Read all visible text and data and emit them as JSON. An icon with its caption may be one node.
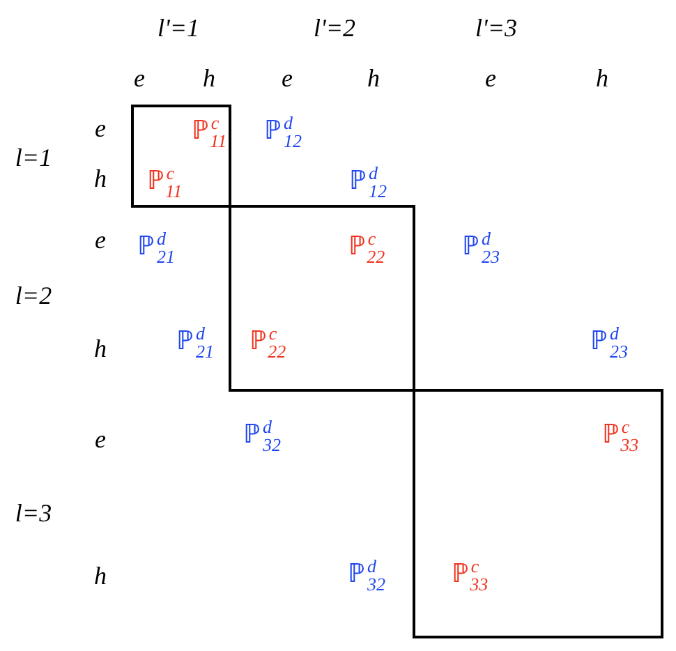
{
  "diagram": {
    "nodes": [
      {
        "text": [
          "ℙ$^{c}$$_{11}$",
          "ℙ$^{c}$$_{11}$"
        ]
      },
      {
        "text": [
          "ℙ$^{c}$$_{22}$",
          "ℙ$^{c}$$_{22}$"
        ]
      },
      {
        "text": [
          "ℙ$^{c}$$_{33}$",
          "ℙ$^{c}$$_{33}$"
        ]
      }
    ],
    "labels": [
      "l'=1",
      "l'=2",
      "l'=3",
      "e",
      "h",
      "e",
      "h",
      "e",
      "h",
      "e",
      "ℙ$^{d}$$_{12}$",
      "l=1",
      "h",
      "ℙ$^{d}$$_{12}$",
      "e",
      "ℙ$^{d}$$_{21}$",
      "ℙ$^{d}$$_{23}$",
      "l=2",
      "h",
      "ℙ$^{d}$$_{21}$",
      "ℙ$^{d}$$_{23}$",
      "e",
      "ℙ$^{d}$$_{32}$",
      "l=3",
      "h",
      "ℙ$^{d}$$_{32}$"
    ]
  }
}
